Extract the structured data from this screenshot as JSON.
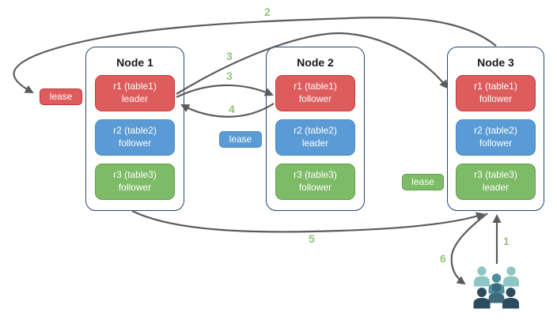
{
  "diagram": {
    "nodes": [
      {
        "title": "Node 1",
        "replicas": [
          {
            "name": "r1 (table1)",
            "role": "leader",
            "color": "#DF5C5C"
          },
          {
            "name": "r2 (table2)",
            "role": "follower",
            "color": "#5B9BD5"
          },
          {
            "name": "r3 (table3)",
            "role": "follower",
            "color": "#7EBB67"
          }
        ]
      },
      {
        "title": "Node 2",
        "replicas": [
          {
            "name": "r1 (table1)",
            "role": "follower",
            "color": "#DF5C5C"
          },
          {
            "name": "r2 (table2)",
            "role": "leader",
            "color": "#5B9BD5"
          },
          {
            "name": "r3 (table3)",
            "role": "follower",
            "color": "#7EBB67"
          }
        ]
      },
      {
        "title": "Node 3",
        "replicas": [
          {
            "name": "r1 (table1)",
            "role": "follower",
            "color": "#DF5C5C"
          },
          {
            "name": "r2 (table2)",
            "role": "follower",
            "color": "#5B9BD5"
          },
          {
            "name": "r3 (table3)",
            "role": "leader",
            "color": "#7EBB67"
          }
        ]
      }
    ],
    "leases": [
      {
        "label": "lease",
        "color": "#DF5C5C"
      },
      {
        "label": "lease",
        "color": "#5B9BD5"
      },
      {
        "label": "lease",
        "color": "#7EBB67"
      }
    ],
    "steps": [
      {
        "id": "step-1",
        "label": "1"
      },
      {
        "id": "step-2",
        "label": "2"
      },
      {
        "id": "step-3a",
        "label": "3"
      },
      {
        "id": "step-3b",
        "label": "3"
      },
      {
        "id": "step-4",
        "label": "4"
      },
      {
        "id": "step-5",
        "label": "5"
      },
      {
        "id": "step-6",
        "label": "6"
      }
    ],
    "icons": {
      "users": "users-group-icon"
    },
    "colors": {
      "node_border": "#24466E",
      "leader_red": "#DF5C5C",
      "red_border": "#C23D3D",
      "follower_blue": "#5B9BD5",
      "blue_border": "#4A8AC4",
      "replica_green": "#7EBB67",
      "green_border": "#61A049",
      "step_label_green": "#8FC57C",
      "arrow_gray": "#5B5B5B",
      "users_light_teal": "#8EC6C3",
      "users_medium_teal": "#4E8E9C",
      "users_slate": "#3D6B7D",
      "users_dark": "#2B4C5E"
    }
  }
}
